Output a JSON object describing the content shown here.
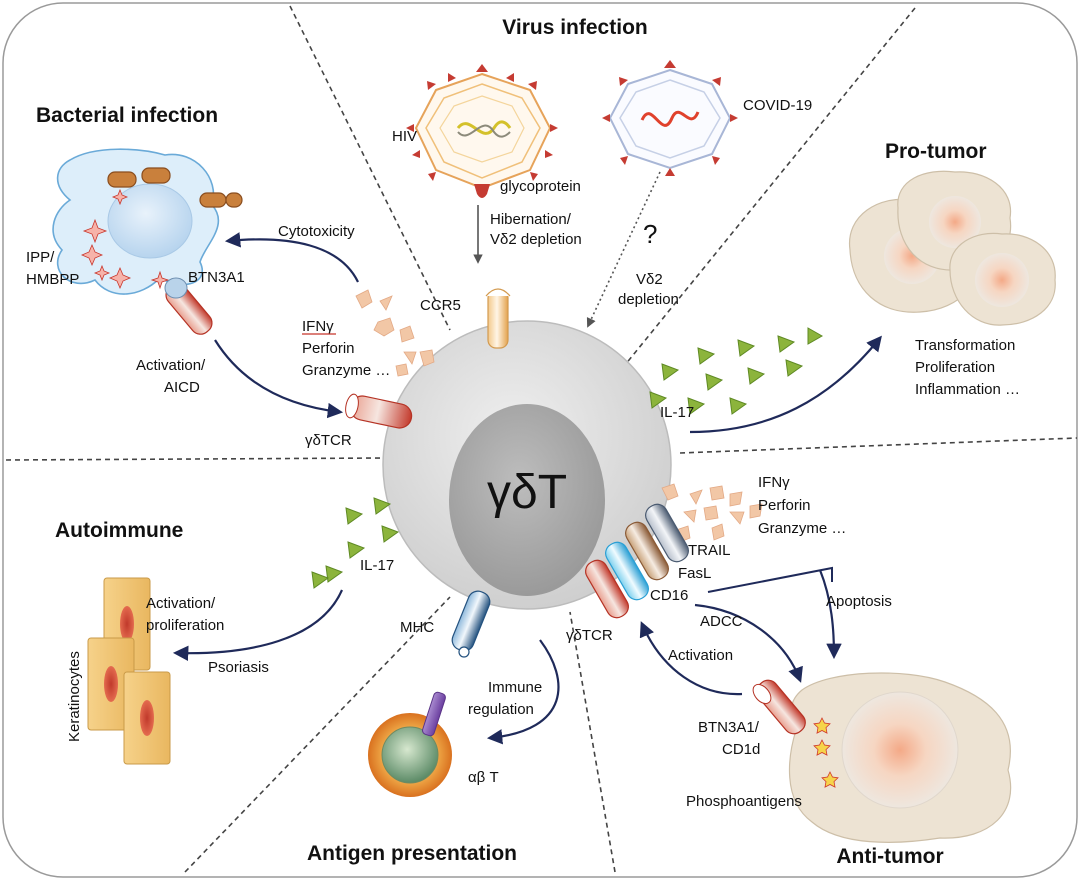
{
  "center_label": "γδT",
  "sections": {
    "virus": {
      "title": "Virus infection",
      "hiv": "HIV",
      "covid": "COVID-19",
      "glycoprotein": "glycoprotein",
      "hibernation_l1": "Hibernation/",
      "hibernation_l2": "Vδ2 depletion",
      "question": "?",
      "vd2_l1": "Vδ2",
      "vd2_l2": "depletion",
      "ccr5": "CCR5"
    },
    "bacterial": {
      "title": "Bacterial infection",
      "ipp_l1": "IPP/",
      "ipp_l2": "HMBPP",
      "btn3a1": "BTN3A1",
      "cytotoxicity": "Cytotoxicity",
      "ifng": "IFNγ",
      "perforin": "Perforin",
      "granzyme": "Granzyme …",
      "activation_l1": "Activation/",
      "activation_l2": "AICD",
      "gdtcr": "γδTCR"
    },
    "protumor": {
      "title": "Pro-tumor",
      "il17": "IL-17",
      "transformation": "Transformation",
      "proliferation": "Proliferation",
      "inflammation": "Inflammation …"
    },
    "autoimmune": {
      "title": "Autoimmune",
      "il17": "IL-17",
      "activation_l1": "Activation/",
      "activation_l2": "proliferation",
      "psoriasis": "Psoriasis",
      "keratinocytes": "Keratinocytes"
    },
    "antigen": {
      "title": "Antigen presentation",
      "mhc": "MHC",
      "immune_l1": "Immune",
      "immune_l2": "regulation",
      "abt": "αβ T"
    },
    "antitumor": {
      "title": "Anti-tumor",
      "ifng": "IFNγ",
      "perforin": "Perforin",
      "granzyme": "Granzyme …",
      "trail": "TRAIL",
      "fasl": "FasL",
      "cd16": "CD16",
      "adcc": "ADCC",
      "apoptosis": "Apoptosis",
      "gdtcr": "γδTCR",
      "activation": "Activation",
      "btn_l1": "BTN3A1/",
      "btn_l2": "CD1d",
      "phospho": "Phosphoantigens"
    }
  },
  "colors": {
    "arrow": "#1f2a5a",
    "receptor_red": "#c8352b",
    "cytokine_green": "#8cb43c",
    "granule_peach": "#f2c7a6",
    "cell_grey": "#dcdcdc",
    "nucleus_grey": "#a9a9a9",
    "tumor_beige": "#ede3d3"
  }
}
